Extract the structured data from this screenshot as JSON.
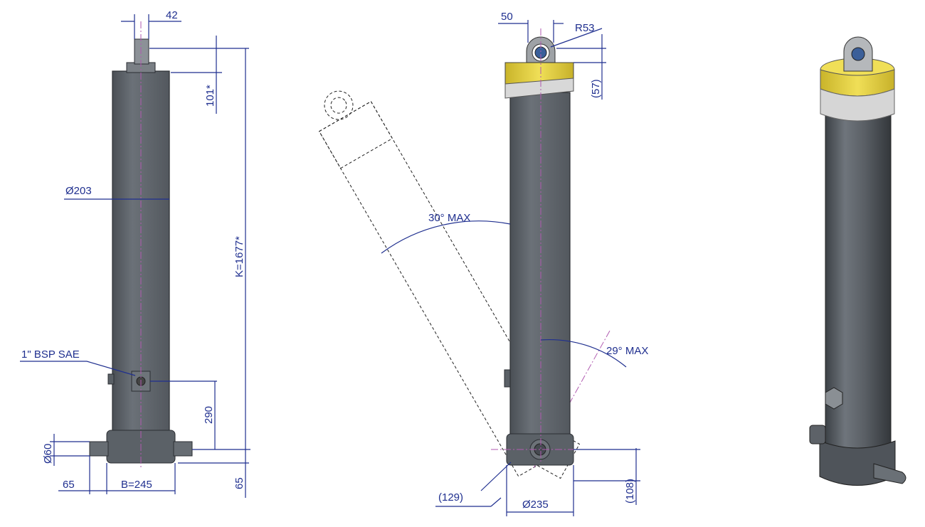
{
  "colors": {
    "dimension": "#1f2f8f",
    "centerline": "#b05ab0",
    "cylinder_body": "#5e646b",
    "collar_yellow": "#e8d64a",
    "background": "#ffffff"
  },
  "front_view": {
    "pin_width": "42",
    "top_height": "101*",
    "diameter": "Ø203",
    "closed_length": "K=1677*",
    "port_label": "1\" BSP SAE",
    "port_height": "290",
    "trunnion_diameter": "Ø60",
    "trunnion_offset": "65",
    "base_width": "B=245",
    "base_offset": "65"
  },
  "side_view": {
    "eye_width": "50",
    "eye_radius": "R53",
    "eye_height": "(57)",
    "tilt_forward": "30° MAX",
    "tilt_back": "29° MAX",
    "base_swing": "(129)",
    "base_diameter": "Ø235",
    "base_height": "(108)"
  }
}
